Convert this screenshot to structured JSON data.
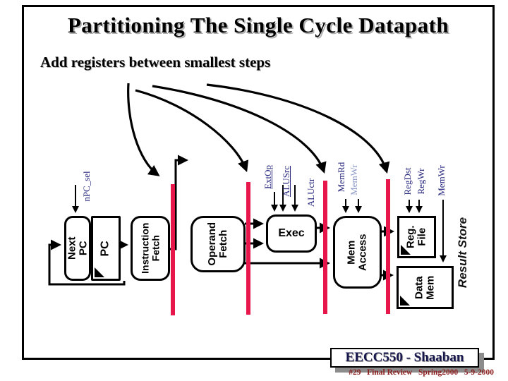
{
  "slide": {
    "title": "Partitioning The Single Cycle Datapath",
    "subtitle": "Add registers between smallest steps"
  },
  "stages": {
    "next_pc": "Next PC",
    "pc": "PC",
    "instruction_fetch": "Instruction\nFetch",
    "operand_fetch": "Operand\nFetch",
    "exec": "Exec",
    "mem_access": "Mem\nAccess",
    "reg_file": "Reg.\nFile",
    "data_mem": "Data\nMem",
    "result_store": "Result Store"
  },
  "signals": {
    "npc_sel": "nPC_sel",
    "ext_op": "ExtOp",
    "alu_src": "ALUSrc",
    "alu_ctr": "ALUctr",
    "mem_rd": "MemRd",
    "mem_wr": "MemWr",
    "reg_dst": "RegDst",
    "reg_wr": "RegWr",
    "mem_wr2": "MemWr"
  },
  "footer": {
    "course": "EECC550 - Shaaban",
    "detail": "#29   Final Review   Spring2000   5-9-2000"
  },
  "colors": {
    "register_line": "#e8174b",
    "signal_dark_blue": "#26267e",
    "signal_light_blue": "#8b97c6",
    "footer_date_red": "#8b1d1d",
    "shadow_gray": "#8c8c8c"
  }
}
